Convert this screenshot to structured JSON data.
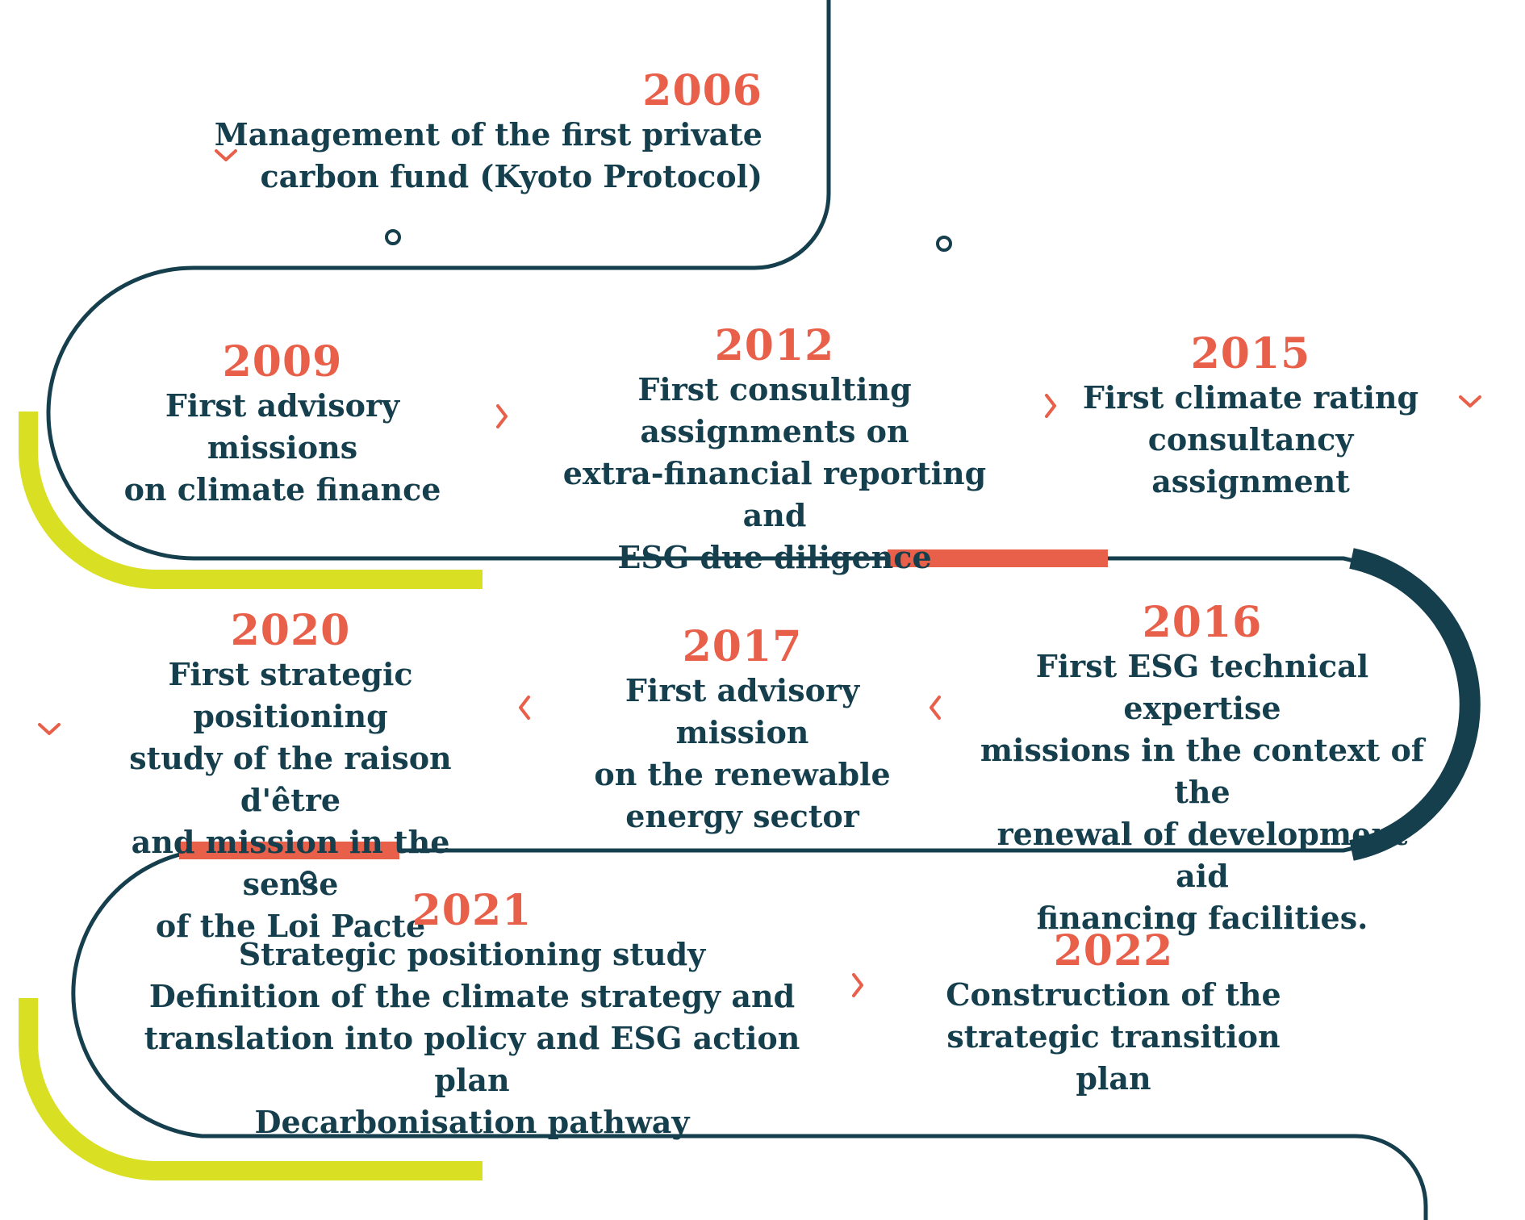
{
  "colors": {
    "path": "#163f4e",
    "year": "#e8604a",
    "accent_orange": "#e8604a",
    "accent_lime": "#d9df22",
    "text": "#163f4e"
  },
  "timeline": [
    {
      "year": "2006",
      "description": "Management of the first private\ncarbon fund (Kyoto Protocol)"
    },
    {
      "year": "2009",
      "description": "First advisory missions\non climate finance"
    },
    {
      "year": "2012",
      "description": "First consulting assignments on\nextra-financial reporting and\nESG due diligence"
    },
    {
      "year": "2015",
      "description": "First climate rating\nconsultancy assignment"
    },
    {
      "year": "2016",
      "description": "First ESG technical expertise\nmissions in the context of the\nrenewal of development aid\nfinancing facilities."
    },
    {
      "year": "2017",
      "description": "First advisory mission\non the renewable\nenergy sector"
    },
    {
      "year": "2020",
      "description": "First strategic positioning\nstudy of the raison d'être\nand mission in the sense\nof the Loi Pacte"
    },
    {
      "year": "2021",
      "description": "Strategic positioning study\nDefinition of the climate strategy and\ntranslation into policy and ESG action plan\nDecarbonisation pathway"
    },
    {
      "year": "2022",
      "description": "Construction of the\nstrategic transition plan"
    }
  ],
  "icons": [
    "chevron-down-icon",
    "chevron-right-icon",
    "chevron-left-icon",
    "circle-marker-icon"
  ]
}
